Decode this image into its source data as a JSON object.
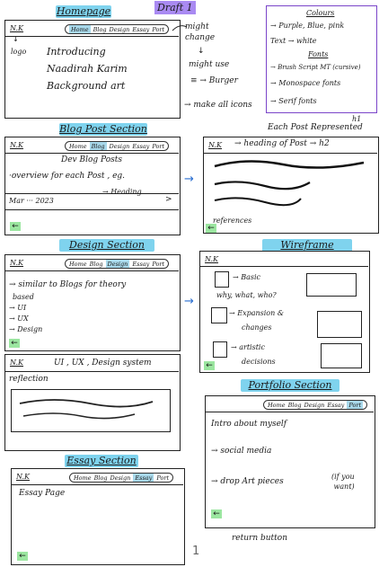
{
  "draft_label": "Draft 1",
  "homepage": {
    "title": "Homepage",
    "brand": "N.K",
    "logo_label": "logo",
    "nav": [
      "Home",
      "Blog",
      "Design",
      "Essay",
      "Port"
    ],
    "intro_line1": "Introducing",
    "intro_line2": "Naadirah  Karim",
    "intro_line3": "Background  art",
    "note_might_change": "might\nchange",
    "note_might_use": "might use",
    "note_burger": "≡ → Burger",
    "note_icons": "→ make all icons"
  },
  "style_notes": {
    "colours_title": "Colours",
    "colours_line": "→ Purple, Blue, pink",
    "text_line": "Text → white",
    "fonts_title": "Fonts",
    "font1": "→ Brush Script MT (cursive)",
    "font2": "→ Monospace fonts",
    "font3": "→ Serif fonts"
  },
  "blog_post": {
    "title": "Blog Post Section",
    "brand": "N.K",
    "nav": [
      "Home",
      "Blog",
      "Design",
      "Essay",
      "Port"
    ],
    "line1": "Dev Blog Posts",
    "line2": "·overview   for each  Post , eg.",
    "heading_note": "→ Heading",
    "date": "Mar  ···  2023",
    "arrow_right": ">",
    "back": "←"
  },
  "post_detail": {
    "note_h1": "h1",
    "note_repr": "Each  Post Represented",
    "brand": "N.K",
    "heading": "→ heading    of Post  → h2",
    "references": "references",
    "back": "←"
  },
  "design": {
    "title": "Design  Section",
    "brand": "N.K",
    "nav": [
      "Home",
      "Blog",
      "Design",
      "Essay",
      "Port"
    ],
    "line1": "→ similar    to   Blogs  for  theory",
    "line2": "based",
    "items": [
      "→ UI",
      "→ UX",
      "→ Design"
    ],
    "back": "←"
  },
  "wireframe": {
    "title": "Wireframe  Design",
    "brand": "N.K",
    "item1": "→ Basic",
    "item1b": "why, what, who?",
    "item2": "→ Expansion  &",
    "item2b": "changes",
    "item3": "→ artistic",
    "item3b": "decisions",
    "back": "←"
  },
  "reflection": {
    "brand": "N.K",
    "heading": "UI , UX , Design   system",
    "label": "reflection"
  },
  "portfolio": {
    "title": "Portfolio  Section",
    "nav": [
      "Home",
      "Blog",
      "Design",
      "Essay",
      "Port"
    ],
    "intro": "Intro   about    myself",
    "social": "→ social      media",
    "drop": "→ drop    Art  pieces",
    "optional": "(if you\n want)",
    "back": "←",
    "return_label": "return  button"
  },
  "essay": {
    "title": "Essay  Section",
    "brand": "N.K",
    "nav": [
      "Home",
      "Blog",
      "Design",
      "Essay",
      "Port"
    ],
    "page": "Essay  Page",
    "back": "←"
  },
  "page_number": "1"
}
